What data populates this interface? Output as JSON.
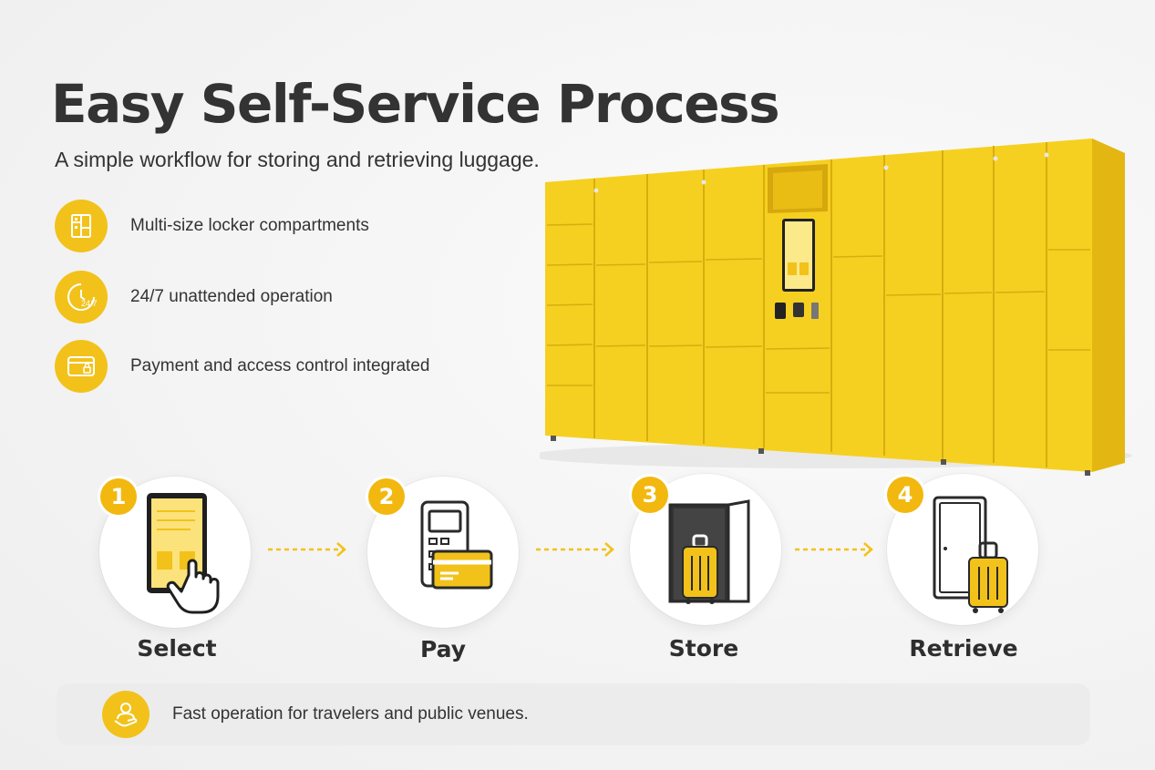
{
  "header": {
    "title": "Easy Self-Service Process",
    "subtitle": "A simple workflow for storing and retrieving luggage."
  },
  "features": [
    {
      "label": "Multi-size locker compartments",
      "icon": "locker-grid-icon"
    },
    {
      "label": "24/7 unattended operation",
      "icon": "clock-24-7-icon"
    },
    {
      "label": "Payment and access control integrated",
      "icon": "card-lock-icon"
    }
  ],
  "locker_image": {
    "label": "",
    "icon": "luggage-locker-illustration"
  },
  "steps": [
    {
      "number": "1",
      "label": "Select",
      "icon": "touchscreen-tap-icon"
    },
    {
      "number": "2",
      "label": "Pay",
      "icon": "payment-terminal-card-icon"
    },
    {
      "number": "3",
      "label": "Store",
      "icon": "locker-store-luggage-icon"
    },
    {
      "number": "4",
      "label": "Retrieve",
      "icon": "locker-retrieve-luggage-icon"
    }
  ],
  "footer": {
    "text": "Fast operation for travelers and public venues.",
    "icon": "person-hand-icon"
  },
  "colors": {
    "accent": "#f2c21b",
    "badge": "#f2b80f",
    "locker": "#f6d020",
    "text": "#333333"
  }
}
